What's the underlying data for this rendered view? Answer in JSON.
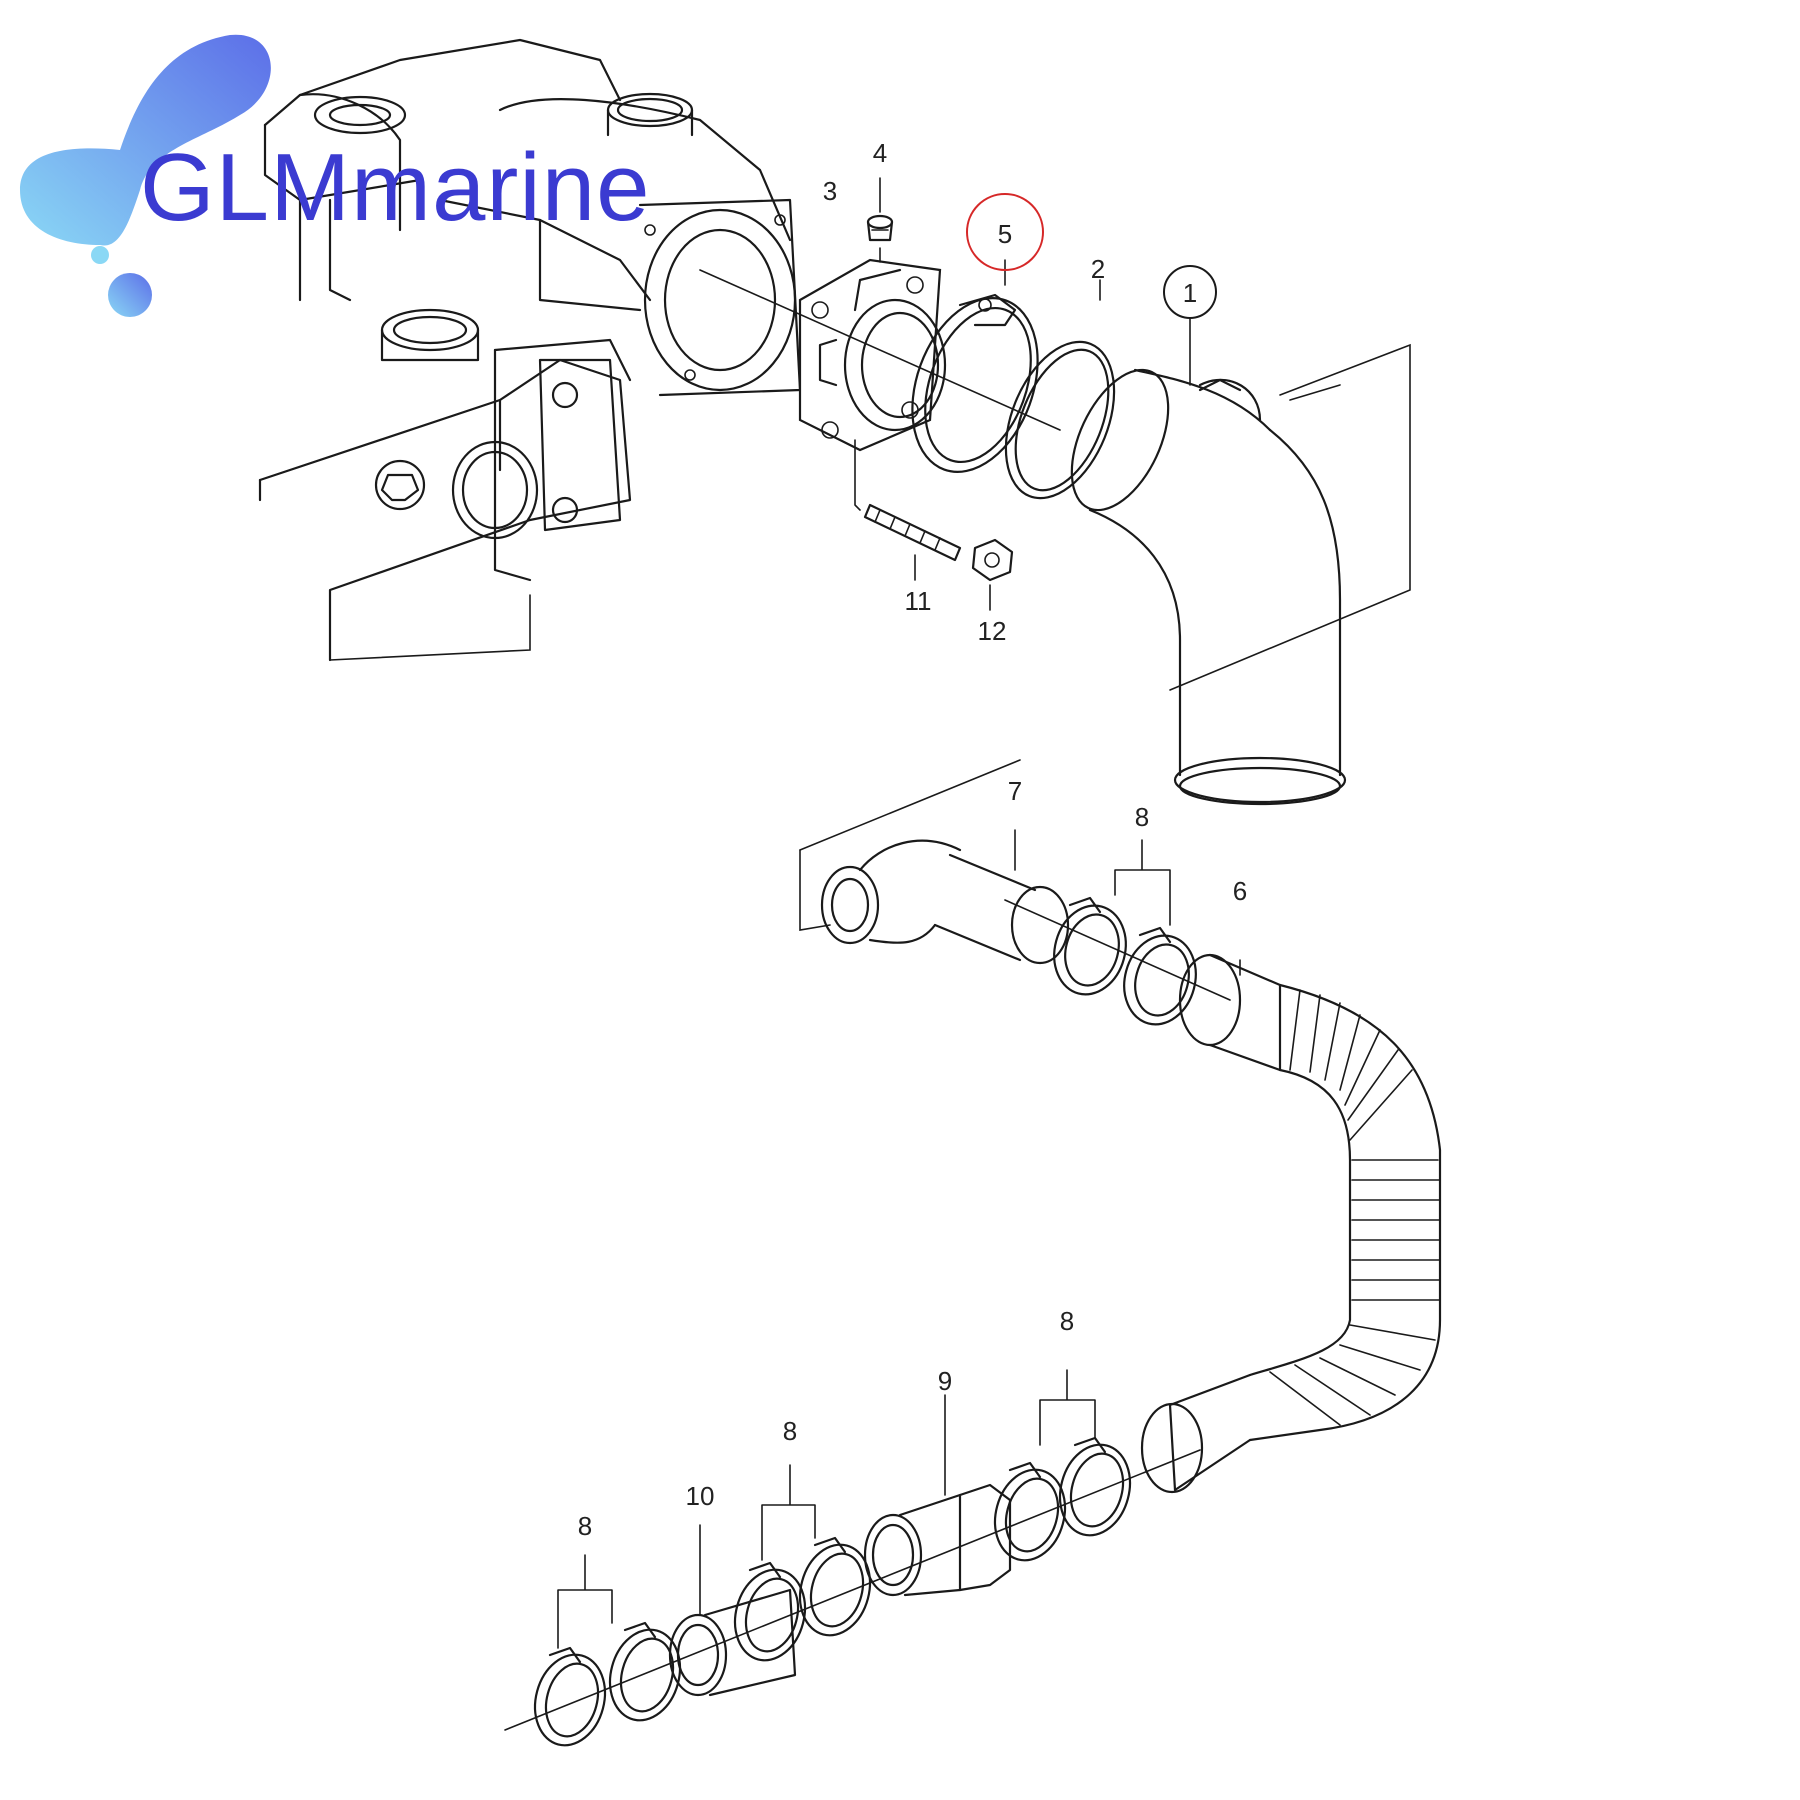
{
  "brand": {
    "name": "GLMmarine",
    "color": "#3b3bd1",
    "logo_gradient": [
      "#8ad8f5",
      "#5c6ee8"
    ]
  },
  "highlight": {
    "part": "5",
    "color": "#d62828"
  },
  "callouts": [
    {
      "id": "1",
      "circled": true
    },
    {
      "id": "2"
    },
    {
      "id": "3"
    },
    {
      "id": "4"
    },
    {
      "id": "5",
      "highlighted": true
    },
    {
      "id": "6"
    },
    {
      "id": "7"
    },
    {
      "id": "8"
    },
    {
      "id": "9"
    },
    {
      "id": "10"
    },
    {
      "id": "11"
    },
    {
      "id": "12"
    }
  ]
}
